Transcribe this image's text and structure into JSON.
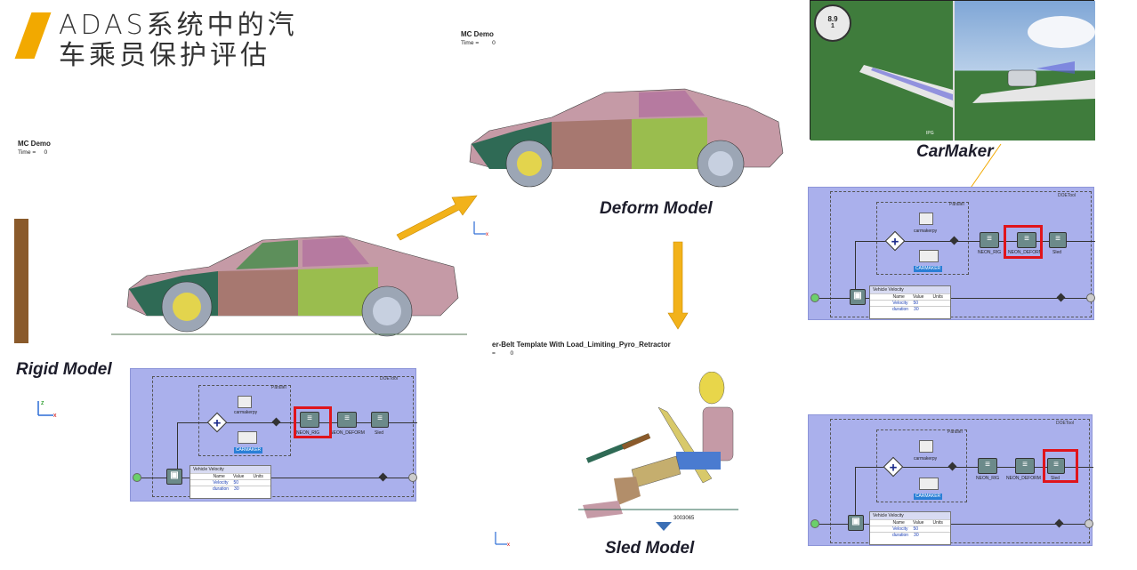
{
  "title": {
    "line1": "ADAS系统中的汽",
    "line2": "车乘员保护评估"
  },
  "mc_demo": {
    "name": "MC Demo",
    "time_label": "Time =",
    "time_value": "0"
  },
  "labels": {
    "rigid": "Rigid Model",
    "deform": "Deform Model",
    "carmaker": "CarMaker",
    "sled": "Sled Model"
  },
  "sled_header": {
    "title": "er-Belt Template With Load_Limiting_Pyro_Retractor",
    "time_label": "=",
    "time_value": "0"
  },
  "sled_node_id": "3003065",
  "workflow": {
    "doetool": "DOETool",
    "parallel": "Parallel",
    "carmakerpy": "carmakerpy",
    "carmaker_btn": "CARMAKER",
    "neon_rig": "NEON_RIG",
    "neon_deform": "NEON_DEFORM",
    "sled": "Sled",
    "table_title": "Vehicle Velocity",
    "col_name": "Name",
    "col_value": "Value",
    "col_units": "Units",
    "rows": [
      {
        "name": "Velocity",
        "value": "50"
      },
      {
        "name": "duration",
        "value": "30"
      }
    ]
  },
  "carmaker_screen": {
    "speed": "8.9",
    "gear": "1",
    "brand": "IPG"
  },
  "colors": {
    "accent": "#f2a900",
    "highlight": "#e0141b",
    "panel": "#aab0ec",
    "arrow": "#f2b21a"
  }
}
